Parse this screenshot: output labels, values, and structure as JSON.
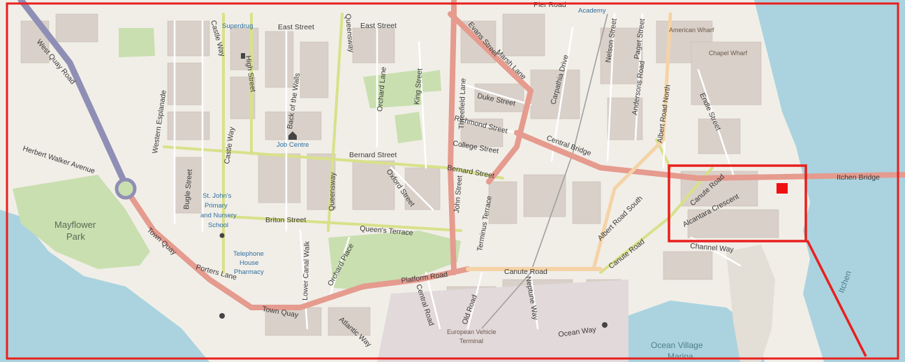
{
  "map": {
    "streets": {
      "west_quay_road": "West Quay Road",
      "herbert_walker_avenue": "Herbert Walker Avenue",
      "western_esplanade": "Western Esplanade",
      "castle_way_top": "Castle Way",
      "castle_way_mid": "Castle Way",
      "high_street": "High Street",
      "east_street_1": "East Street",
      "east_street_2": "East Street",
      "queensway_top": "Queensway",
      "back_of_the_walls": "Back of the Walls",
      "bugle_street": "Bugle Street",
      "orchard_lane": "Orchard Lane",
      "king_street": "King Street",
      "threefield_lane": "Threefield Lane",
      "evans_street": "Evans Street",
      "marsh_lane": "Marsh Lane",
      "duke_street": "Duke Street",
      "richmond_street": "Richmond Street",
      "college_street": "College Street",
      "bernard_street_1": "Bernard Street",
      "bernard_street_2": "Bernard Street",
      "oxford_street": "Oxford Street",
      "john_street": "John Street",
      "terminus_terrace": "Terminus Terrace",
      "queensway_mid": "Queensway",
      "briton_street": "Briton Street",
      "queens_terrace": "Queen's Terrace",
      "town_quay_1": "Town Quay",
      "town_quay_2": "Town Quay",
      "porters_lane": "Porters Lane",
      "lower_canal_walk": "Lower Canal Walk",
      "orchard_place": "Orchard Place",
      "platform_road": "Platform Road",
      "central_road": "Central Road",
      "atlantic_way": "Atlantic Way",
      "old_road": "Old Road",
      "neptune_way": "Neptune Way",
      "canute_road_1": "Canute Road",
      "canute_road_2": "Canute Road",
      "canute_road_3": "Canute Road",
      "central_bridge": "Central Bridge",
      "carpathia_drive": "Carpathia Drive",
      "nelson_street": "Nelson Street",
      "paget_street": "Paget Street",
      "andersons_road": "Andersons Road",
      "albert_road_north": "Albert Road North",
      "albert_road_south": "Albert Road South",
      "endle_street": "Endle Street",
      "alcantara_crescent": "Alcantara Crescent",
      "channel_way": "Channel Way",
      "itchen_bridge": "Itchen Bridge",
      "ocean_way": "Ocean Way",
      "pier_road": "Pier Road"
    },
    "places": {
      "superdrug": "Superdrug",
      "job_centre": "Job Centre",
      "st_johns_school": [
        "St. John's",
        "Primary",
        "and Nursery",
        "School"
      ],
      "telephone_house": [
        "Telephone",
        "House",
        "Pharmacy"
      ],
      "mayflower_park": [
        "Mayflower",
        "Park"
      ],
      "american_wharf": "American Wharf",
      "chapel_wharf": "Chapel Wharf",
      "academy": "Academy",
      "european_vehicle_terminal": [
        "European Vehicle",
        "Terminal"
      ],
      "ocean_village_marina": [
        "Ocean Village",
        "Marina"
      ],
      "itchen_water": "Itchen"
    },
    "highlight": {
      "color": "#e8201e",
      "marker_color": "#f01010"
    },
    "colors": {
      "water": "#aad3df",
      "land": "#f2efe9",
      "park": "#c8dfae",
      "building": "#d9d0c9",
      "primary_road": "#e29c8f",
      "secondary_road": "#d9e38c",
      "motorway": "#8d8db3"
    }
  }
}
